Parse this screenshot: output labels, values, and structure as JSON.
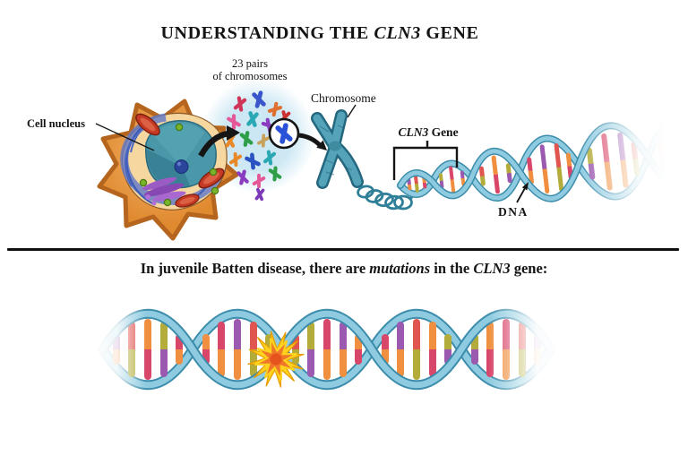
{
  "title": {
    "prefix": "UNDERSTANDING THE ",
    "gene": "CLN3",
    "suffix": " GENE"
  },
  "top_diagram": {
    "labels": {
      "cell_nucleus": "Cell nucleus",
      "pairs_line1": "23 pairs",
      "pairs_line2": "of chromosomes",
      "chromosome": "Chromosome",
      "gene_name": "CLN3",
      "gene_suffix": " Gene",
      "dna": "DNA"
    }
  },
  "bottom_section": {
    "caption": {
      "part1": "In juvenile Batten disease, there are ",
      "emphasis1": "mutations",
      "part2": " in the ",
      "emphasis2": "CLN3",
      "part3": " gene:"
    }
  },
  "palette": {
    "helix_strand_blue": "#8ecbe0",
    "helix_strand_dark": "#3c8cab",
    "chromosome_teal": "#24687f",
    "rung_purple": "#9b59b0",
    "rung_orange": "#ef8f3f",
    "rung_pink_red": "#d8466a",
    "rung_olive": "#b3ac3a",
    "rung_red": "#e0554f",
    "starburst_yellow": "#ffd21e",
    "starburst_orange": "#f0762a",
    "cell_membrane_orange": "#e8913c",
    "cytoplasm_tan": "#f6d7a0",
    "nucleus_teal": "#4a97a9",
    "nucleolus_navy": "#2b459c",
    "er_blue": "#6078c8",
    "mitochondria_red": "#c43a24",
    "golgi_purple": "#9a5cc4",
    "vesicle_green": "#79b42c",
    "cluster_halo_blue": "#cbe7f3",
    "divider_black": "#101010"
  }
}
